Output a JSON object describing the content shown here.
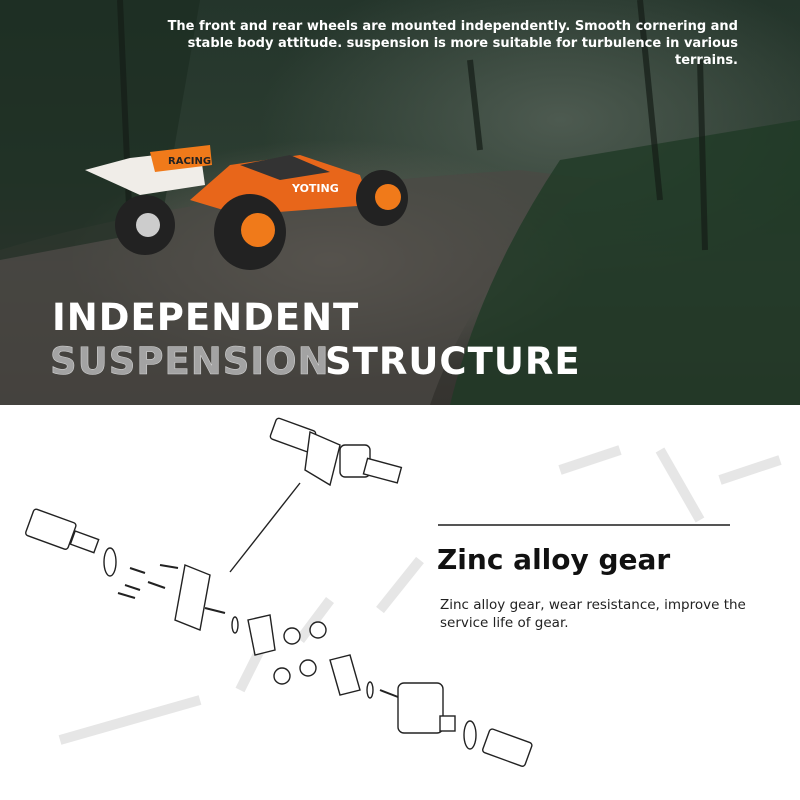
{
  "hero": {
    "description": "The front and rear wheels are mounted independently. Smooth cornering and stable body attitude. suspension is more suitable for turbulence in various terrains.",
    "headline_line1": "INDEPENDENT",
    "headline_outline": "SUSPENSION",
    "headline_solid": "STRUCTURE",
    "car_wing_label": "RACING",
    "car_body_label": "YOTING",
    "accent_color": "#f07a1a"
  },
  "feature": {
    "title": "Zinc alloy gear",
    "description": "Zinc alloy gear, wear resistance, improve the service life of gear."
  }
}
